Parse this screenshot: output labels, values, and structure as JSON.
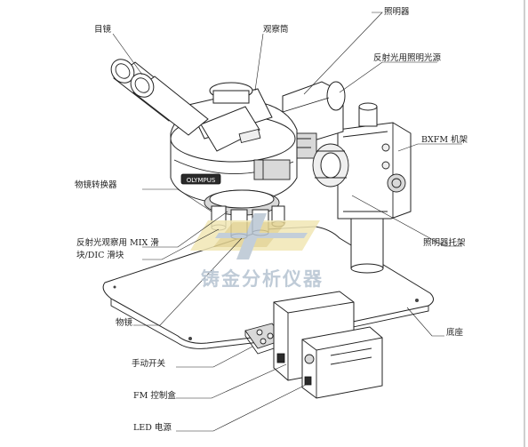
{
  "labels": {
    "eyepiece": "目镜",
    "observation_tube": "观察筒",
    "illuminator": "照明器",
    "reflected_light_source": "反射光用照明光源",
    "bxfm_frame": "BXFM 机架",
    "nosepiece": "物镜转换器",
    "mix_slider_line1": "反射光观察用 MIX 滑",
    "mix_slider_line2": "块/DIC 滑块",
    "illuminator_holder": "照明器托架",
    "objective": "物镜",
    "base": "底座",
    "manual_switch": "手动开关",
    "fm_control_box": "FM 控制盒",
    "led_power": "LED 电源"
  },
  "body_marks": {
    "brand": "OLYMPUS"
  },
  "watermark": {
    "text": "铸金分析仪器",
    "color": "#b9c6d3"
  }
}
